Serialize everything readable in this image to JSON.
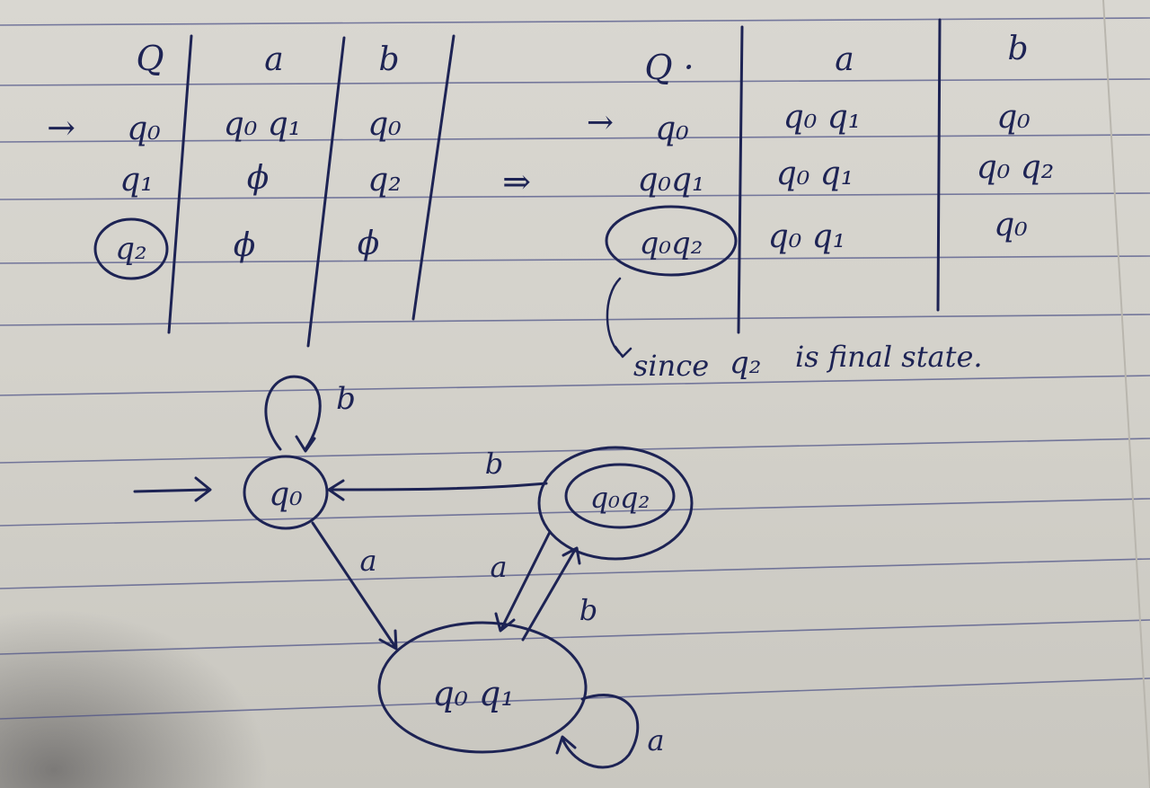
{
  "nfa_table": {
    "headers": [
      "Q",
      "a",
      "b"
    ],
    "start_marker": "→",
    "rows": [
      {
        "state": "q₀",
        "a": "q₀ q₁",
        "b": "q₀"
      },
      {
        "state": "q₁",
        "a": "ϕ",
        "b": "q₂"
      },
      {
        "state": "q₂",
        "a": "ϕ",
        "b": "ϕ",
        "final": true
      }
    ]
  },
  "implies_symbol": "⇒",
  "dfa_table": {
    "headers": [
      "Q ·",
      "a",
      "b"
    ],
    "start_marker": "→",
    "rows": [
      {
        "state": "q₀",
        "a": "q₀ q₁",
        "b": "q₀"
      },
      {
        "state": "q₀q₁",
        "a": "q₀ q₁",
        "b": "q₀ q₂"
      },
      {
        "state": "q₀q₂",
        "a": "q₀ q₁",
        "b": "q₀",
        "final": true
      }
    ]
  },
  "note": {
    "prefix": "since",
    "state": "q₂",
    "suffix": "is final state."
  },
  "diagram": {
    "states": {
      "start": "q₀",
      "middle": "q₀ q₁",
      "final": "q₀q₂"
    },
    "edge_labels": {
      "q0_self": "b",
      "q0_to_q0q1": "a",
      "q0q2_to_q0": "b",
      "q0q2_to_q0q1": "a",
      "q0q1_to_q0q2": "b",
      "q0q1_self": "a"
    }
  },
  "ink_color": "#1d2354",
  "line_color": "#3a3f7a"
}
